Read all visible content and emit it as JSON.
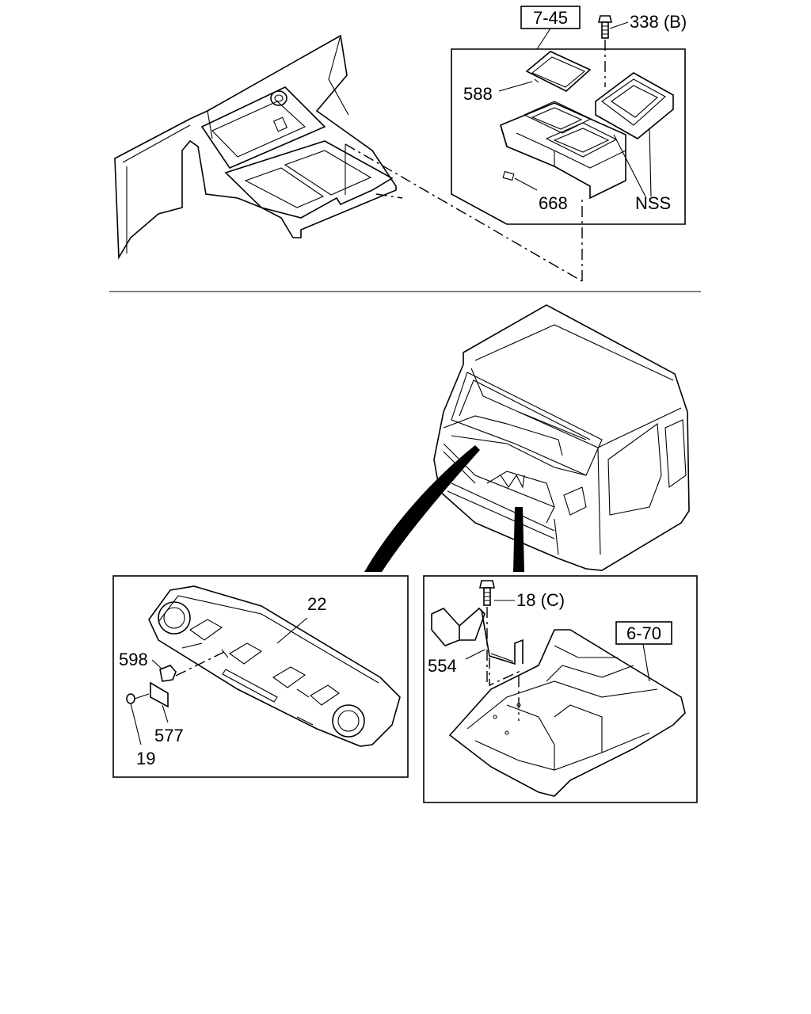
{
  "callouts": {
    "ref_7_45": "7-45",
    "part_338b": "338 (B)",
    "part_588": "588",
    "part_668": "668",
    "part_nss": "NSS",
    "part_22": "22",
    "part_598": "598",
    "part_577": "577",
    "part_19": "19",
    "part_18c": "18 (C)",
    "part_554": "554",
    "ref_6_70": "6-70"
  }
}
